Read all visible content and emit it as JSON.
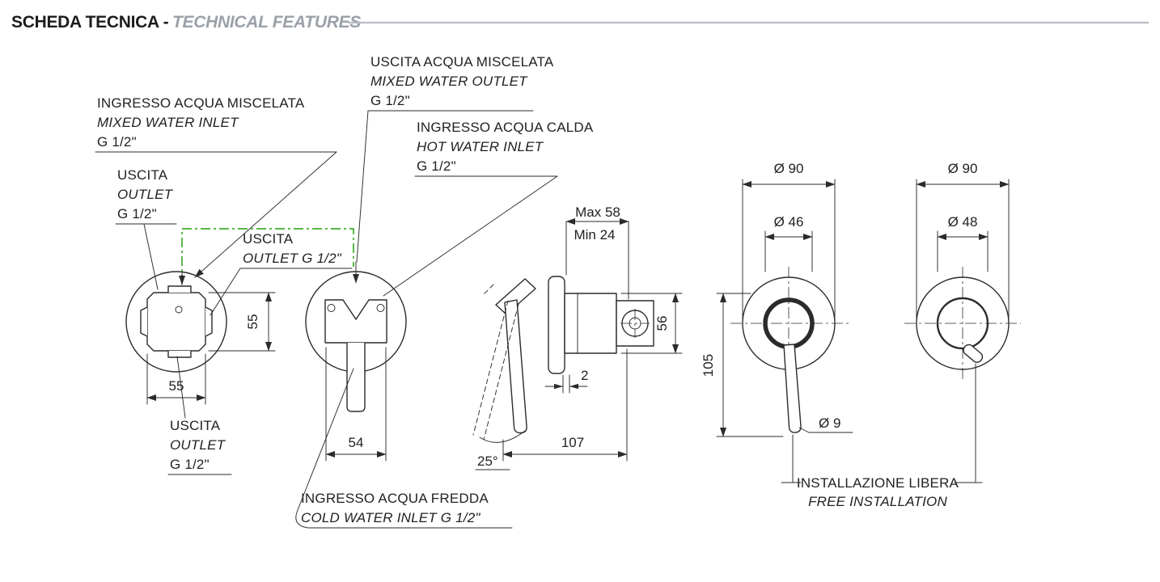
{
  "header": {
    "title": "SCHEDA TECNICA -",
    "subtitle": "TECHNICAL FEATURES"
  },
  "callouts": {
    "mixed_water_outlet": {
      "it": "USCITA ACQUA MISCELATA",
      "en": "MIXED WATER OUTLET",
      "thread": "G 1/2\""
    },
    "mixed_water_inlet": {
      "it": "INGRESSO ACQUA MISCELATA",
      "en": "MIXED WATER INLET",
      "thread": "G 1/2\""
    },
    "hot_water_inlet": {
      "it": "INGRESSO ACQUA CALDA",
      "en": "HOT WATER INLET",
      "thread": "G 1/2\""
    },
    "outlet_upper_left": {
      "it": "USCITA",
      "en": "OUTLET",
      "thread": "G 1/2\""
    },
    "outlet_center": {
      "it": "USCITA",
      "en": "OUTLET G 1/2\""
    },
    "outlet_lower_left": {
      "it": "USCITA",
      "en": "OUTLET",
      "thread": "G 1/2\""
    },
    "cold_water_inlet": {
      "it": "INGRESSO ACQUA FREDDA",
      "en": "COLD WATER INLET G 1/2\""
    },
    "free_installation": {
      "it": "INSTALLAZIONE LIBERA",
      "en": "FREE INSTALLATION"
    }
  },
  "dimensions": {
    "square_height": "55",
    "square_width": "55",
    "body_width": "54",
    "depth_max": "Max 58",
    "depth_min": "Min 24",
    "body_height": "56",
    "plate_gap": "2",
    "total_depth": "107",
    "lever_angle": "25°",
    "plate_diameter_left": "Ø 90",
    "trim_diameter_left": "Ø 46",
    "handle_length": "105",
    "handle_diameter": "Ø 9",
    "plate_diameter_right": "Ø 90",
    "trim_diameter_right": "Ø 48"
  },
  "colors": {
    "line": "#2b2b2b",
    "water_path_green": "#3fae2a",
    "header_accent_gray": "#9aa1a8"
  }
}
